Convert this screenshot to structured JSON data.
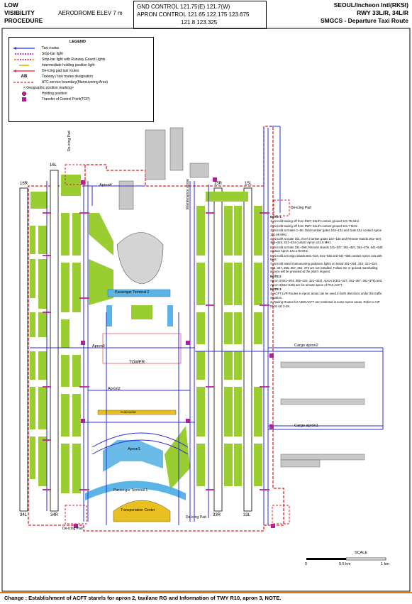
{
  "header": {
    "procedure_line1": "LOW",
    "procedure_line2": "VISIBILITY",
    "procedure_line3": "PROCEDURE",
    "elevation": "AERODROME ELEV 7 m",
    "gnd_control": "GND  CONTROL  121.75(E)  121.7(W)",
    "apron_control": "APRON CONTROL   121.65  122.175  123.675",
    "apron_control_2": "121.8  123.325",
    "airport": "SEOUL/Incheon Intl(RKSI)",
    "runways": "RWY 33L/R, 34L/R",
    "chart_title": "SMGCS - Departure Taxi Route"
  },
  "legend": {
    "title": "LEGEND",
    "items": [
      "Taxi routes",
      "Stop-bar light",
      "Stop-bar light with Runway Guard Lights",
      "Intermediate holding position light",
      "De-icing pad taxi routes",
      "Taxiway / taxi routes designation",
      "ATC service boundary(Maneuvering Area)",
      "< Geographic position marking>",
      "Holding position",
      "Transfer of Control Point(TCP)"
    ],
    "ab_label": "AB"
  },
  "labels": {
    "apron4": "Apron4",
    "apron3": "Apron3",
    "apron2": "Apron2",
    "apron1": "Apron1",
    "terminal2": "Passenger Terminal 2",
    "terminal1": "Passenger Terminal 1",
    "concourse": "Concourse",
    "tower": "TOWER",
    "transport": "Transportation Center",
    "cargo2": "Cargo apron2",
    "cargo1": "Cargo apron1",
    "maint": "Maintenance apron",
    "deicing": "De-icing Pad",
    "rwy16l": "16L",
    "rwy16r": "16R",
    "rwy15r": "15R",
    "rwy15l": "15L",
    "rwy34l": "34L",
    "rwy34r": "34R",
    "rwy33r": "33R",
    "rwy33l": "33L"
  },
  "notes": {
    "note1_title": "NOTE 1",
    "note1": [
      "1. Aircraft taxiing off from RWY 33L/R contact ground 121.75 MHz.",
      "2. Aircraft taxiing off from RWY 34L/R contact ground 121.7 MHz.",
      "3. Aircraft at Gates 1~50, Odd number gates 103~131 and Gate 132 contact Apron 121.65 MHz.",
      "4. Aircraft at Gate 101, Even number gates 102~130 and Remote stands 301~304, 306~315, 321~324 contact Apron 121.8 MHz.",
      "5. Aircraft at Gate 231~268, Remote stands 341~347, 351~357, 361~376, 541~546 contact Apron 122.175 MHz.",
      "6. Aircraft at Cargo stands 601~616, 621~636 and 641~655 contact Apron 123.325 MHz.",
      "7. Aircraft stand manoeuvring guidance lights on stand 301~304, 315, 321~324, 346, 347, 356, 357, 361, 376 are not installed. Follow-me or ground marshalling service will be provided at the pilot's request."
    ],
    "note2_title": "NOTE 2",
    "note2": [
      "Apron 3(301~304, 306~315, 321~324), Apron 3(341~347, 351~357, 361~376) and Apron 4(541~546) are for remote apron of PAX ACFT."
    ],
    "note3_title": "NOTE 3",
    "note3": [
      "1. ACFT LVP Routes in Apron areas can be used in both directions under the traffic situation.",
      "2. Taxiing Routes for A380 ACFT are restricted in some Apron areas. Refer to AIP RKSI AD 2-28."
    ]
  },
  "scale": {
    "title": "SCALE",
    "zero": "0",
    "half": "0.5 km",
    "one": "1 km"
  },
  "change_note": "Change : Establishment of ACFT stanrls for apron 2, taxilane RG and Information of TWY R10, apron 3, NOTE.",
  "colors": {
    "grass": "#9acd32",
    "taxi_route": "#2b2bd6",
    "boundary": "#e0202a",
    "stopbar": "#c0209a",
    "building": "#c8c8c8",
    "terminal": "#5ab4e6",
    "accent": "#e07a14"
  }
}
